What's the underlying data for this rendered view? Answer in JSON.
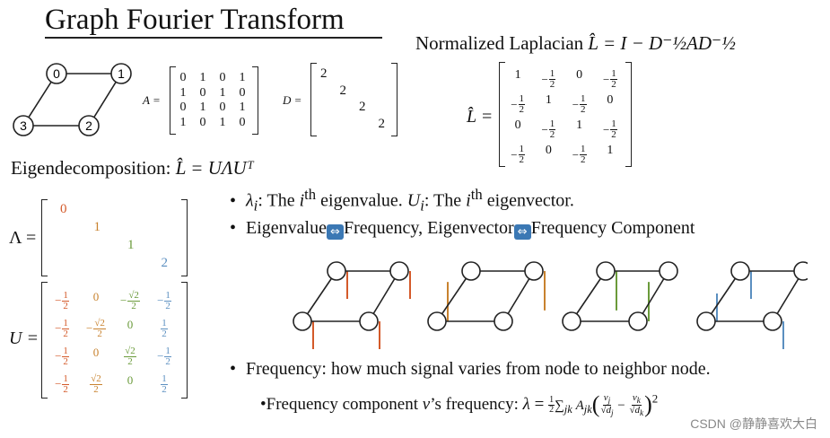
{
  "title": "Graph Fourier Transform",
  "laplacian_header": {
    "text": "Normalized Laplacian",
    "formula": "L̂ = I − D⁻½AD⁻½"
  },
  "graph": {
    "nodes": [
      "0",
      "1",
      "2",
      "3"
    ]
  },
  "matrix_A": {
    "label": "A =",
    "rows": [
      [
        "0",
        "1",
        "0",
        "1"
      ],
      [
        "1",
        "0",
        "1",
        "0"
      ],
      [
        "0",
        "1",
        "0",
        "1"
      ],
      [
        "1",
        "0",
        "1",
        "0"
      ]
    ]
  },
  "matrix_D": {
    "label": "D =",
    "diag": [
      "2",
      "2",
      "2",
      "2"
    ]
  },
  "matrix_L": {
    "label": "L̂ =",
    "rows": [
      [
        "1",
        "-1/2",
        "0",
        "-1/2"
      ],
      [
        "-1/2",
        "1",
        "-1/2",
        "0"
      ],
      [
        "0",
        "-1/2",
        "1",
        "-1/2"
      ],
      [
        "-1/2",
        "0",
        "-1/2",
        "1"
      ]
    ]
  },
  "eigen_header": {
    "text": "Eigendecomposition:",
    "formula": "L̂ = UΛUᵀ"
  },
  "matrix_Lambda": {
    "label": "Λ =",
    "diag": [
      "0",
      "1",
      "1",
      "2"
    ]
  },
  "matrix_U": {
    "label": "U =",
    "rows": [
      [
        "-1/2",
        "0",
        "-√2/2",
        "-1/2"
      ],
      [
        "-1/2",
        "-√2/2",
        "0",
        "1/2"
      ],
      [
        "-1/2",
        "0",
        "√2/2",
        "-1/2"
      ],
      [
        "-1/2",
        "√2/2",
        "0",
        "1/2"
      ]
    ]
  },
  "colors": [
    "#d45a2a",
    "#c8822e",
    "#6a9a3a",
    "#5b8fc0"
  ],
  "bullets": {
    "b1_a": "λ",
    "b1_b": ": The ",
    "b1_c": " eigenvalue. ",
    "b1_d": ": The ",
    "b1_e": " eigenvector.",
    "b2_a": "Eigenvalue",
    "b2_b": "Frequency, Eigenvector",
    "b2_c": "Frequency Component",
    "b3": "Frequency: how much signal varies from node to neighbor node.",
    "b4_a": "Frequency component ",
    "b4_b": "’s frequency: ",
    "icon": "left-right-arrow-icon"
  },
  "watermark": "CSDN @静静喜欢大白"
}
